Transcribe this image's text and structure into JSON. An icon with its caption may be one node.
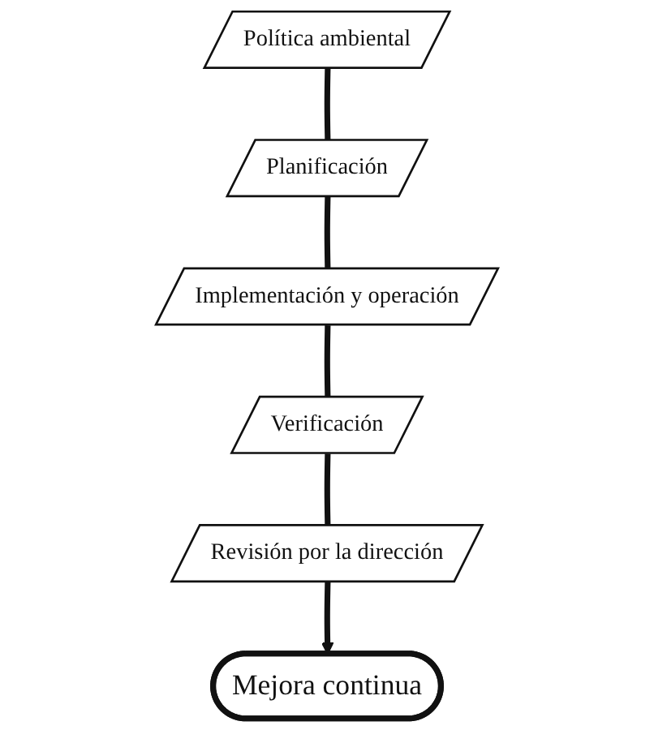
{
  "diagram": {
    "nodes": [
      {
        "text": [
          "Mejora continua"
        ]
      },
      {
        "text": [
          "Política ambiental"
        ]
      },
      {
        "text": [
          "Revisión por la dirección"
        ]
      },
      {
        "text": [
          "Planificación"
        ]
      },
      {
        "text": [
          "Verificación"
        ]
      },
      {
        "text": [
          "Implementación y operación"
        ]
      }
    ],
    "edges": [
      {
        "from": 1,
        "to": 3,
        "arrow": "none"
      },
      {
        "from": 3,
        "to": 5,
        "arrow": "none"
      },
      {
        "from": 5,
        "to": 4,
        "arrow": "none"
      },
      {
        "from": 4,
        "to": 2,
        "arrow": "none"
      },
      {
        "from": 2,
        "to": 0,
        "arrow": "to"
      }
    ]
  }
}
